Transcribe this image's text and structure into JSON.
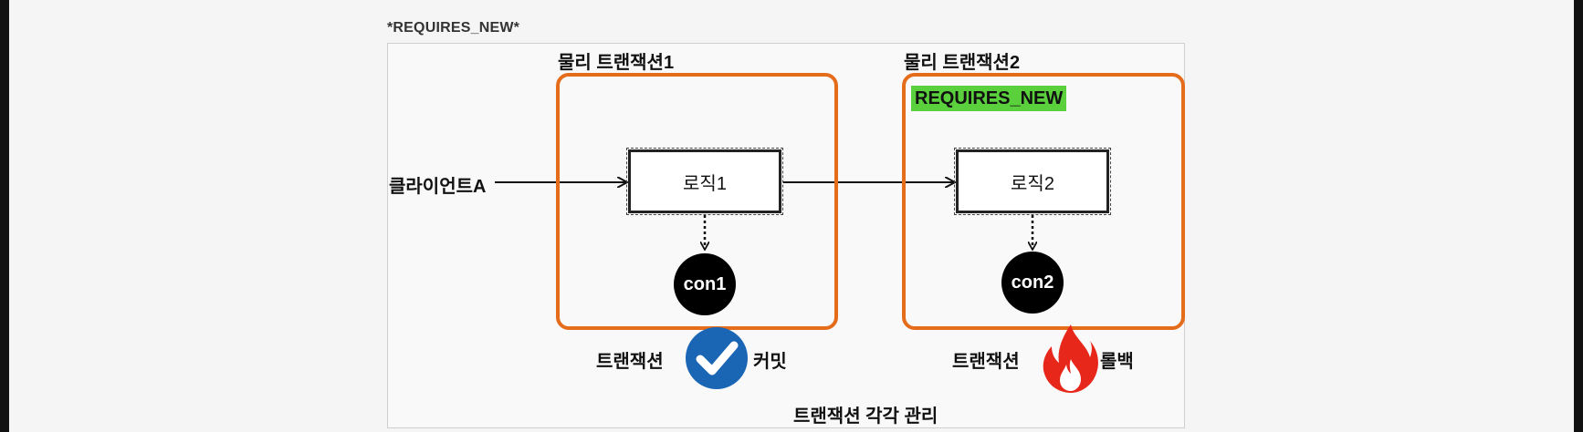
{
  "heading": "*REQUIRES_NEW*",
  "client_label": "클라이언트A",
  "tx1": {
    "title": "물리 트랜잭션1",
    "logic": "로직1",
    "connection": "con1",
    "status_prefix": "트랜잭션",
    "status": "커밋",
    "status_icon": "check-circle-icon"
  },
  "tx2": {
    "title": "물리 트랜잭션2",
    "tag": "REQUIRES_NEW",
    "logic": "로직2",
    "connection": "con2",
    "status_prefix": "트랜잭션",
    "status": "롤백",
    "status_icon": "fire-icon"
  },
  "footer": "트랜잭션 각각 관리",
  "colors": {
    "tx_border": "#e46c1b",
    "tag_bg": "#5ad13c",
    "commit_icon": "#1a66b5",
    "rollback_icon": "#e8271b"
  }
}
